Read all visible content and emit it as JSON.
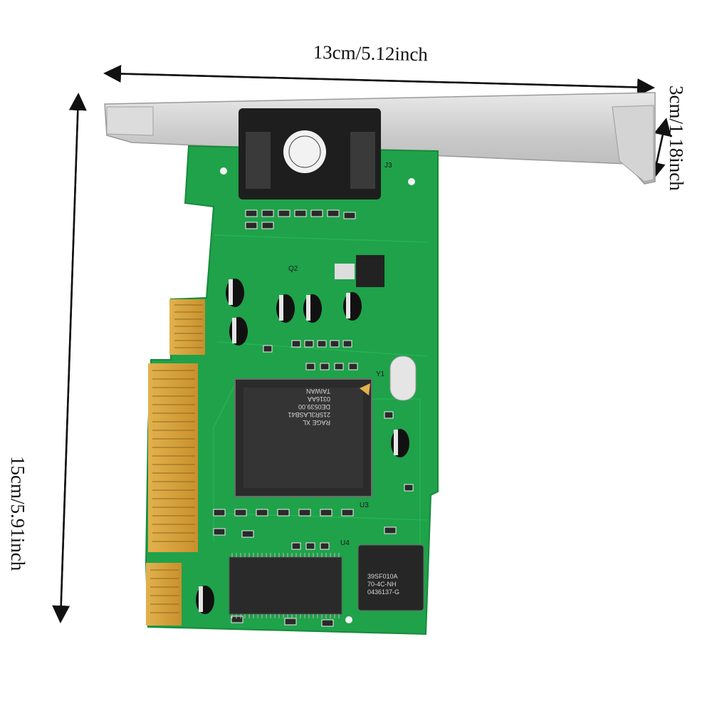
{
  "dimensions": {
    "width_label": "13cm/5.12inch",
    "height_label": "15cm/5.91inch",
    "bracket_label": "3cm/1.18inch"
  },
  "board": {
    "gpu_chip_lines": [
      "RAGE XL",
      "215R3LASB41",
      "DE0539.00",
      "0316AA",
      "TAIWAN"
    ],
    "flash_chip_lines": [
      "39SF010A",
      "70-4C-NH",
      "0436137-G"
    ],
    "connector_label": "J3",
    "silkscreen": {
      "u3": "U3",
      "u4": "U4",
      "y1": "Y1",
      "q2": "Q2"
    },
    "colors": {
      "pcb": "#1fa24a",
      "pcb_dark": "#178a3c",
      "gold": "#d7a23a",
      "bracket": "#cfcfcf",
      "chip": "#2a2a2a"
    }
  }
}
